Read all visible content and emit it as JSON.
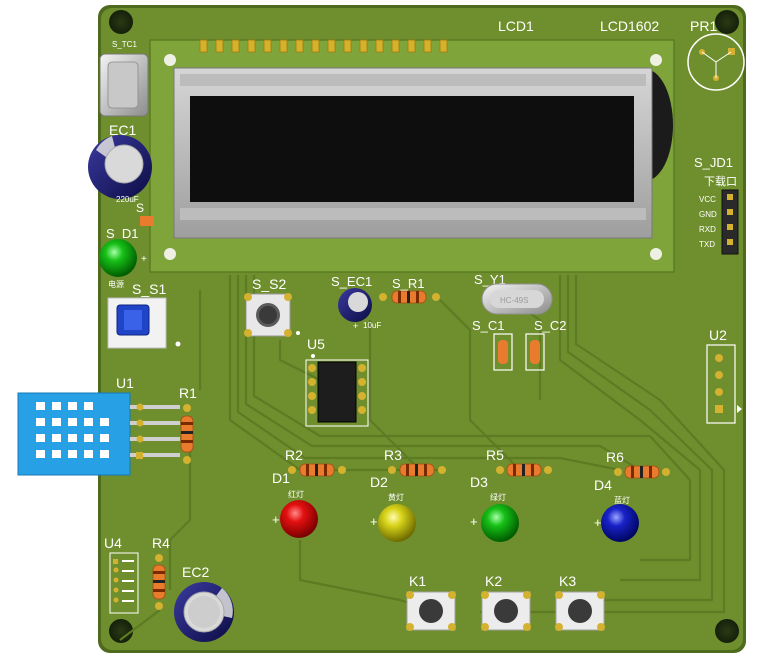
{
  "labels": {
    "lcd1": "LCD1",
    "lcd_model": "LCD1602",
    "pr1": "PR1",
    "ec1": "EC1",
    "ec1_value": "220uF",
    "s_d1": "S_D1",
    "s_d1_sub": "电源",
    "s_s1": "S_S1",
    "s_s2": "S_S2",
    "s_ec1": "S_EC1",
    "s_ec1_value": "10uF",
    "s_r1": "S_R1",
    "s_y1": "S_Y1",
    "crystal_text": "HC-49S",
    "s_c1": "S_C1",
    "s_c2": "S_C2",
    "s_jd1": "S_JD1",
    "download_port": "下载口",
    "u2": "U2",
    "u5": "U5",
    "u1": "U1",
    "r1": "R1",
    "r2": "R2",
    "r3": "R3",
    "r4": "R4",
    "r5": "R5",
    "r6": "R6",
    "d1": "D1",
    "d2": "D2",
    "d3": "D3",
    "d4": "D4",
    "d1_sub": "红灯",
    "d2_sub": "黄灯",
    "d3_sub": "绿灯",
    "d4_sub": "蓝灯",
    "u4": "U4",
    "ec2": "EC2",
    "k1": "K1",
    "k2": "K2",
    "k3": "K3",
    "plus": "+",
    "usb": "S_TC1"
  },
  "jd1_pins": [
    "VCC",
    "GND",
    "RXD",
    "TXD"
  ],
  "colors": {
    "board": "#6f8f2e",
    "board_edge": "#4d6a1d",
    "trace": "#5b7a22",
    "led_red": "#e41010",
    "led_yellow": "#d8d41a",
    "led_green": "#17c017",
    "led_blue": "#1822c8"
  }
}
